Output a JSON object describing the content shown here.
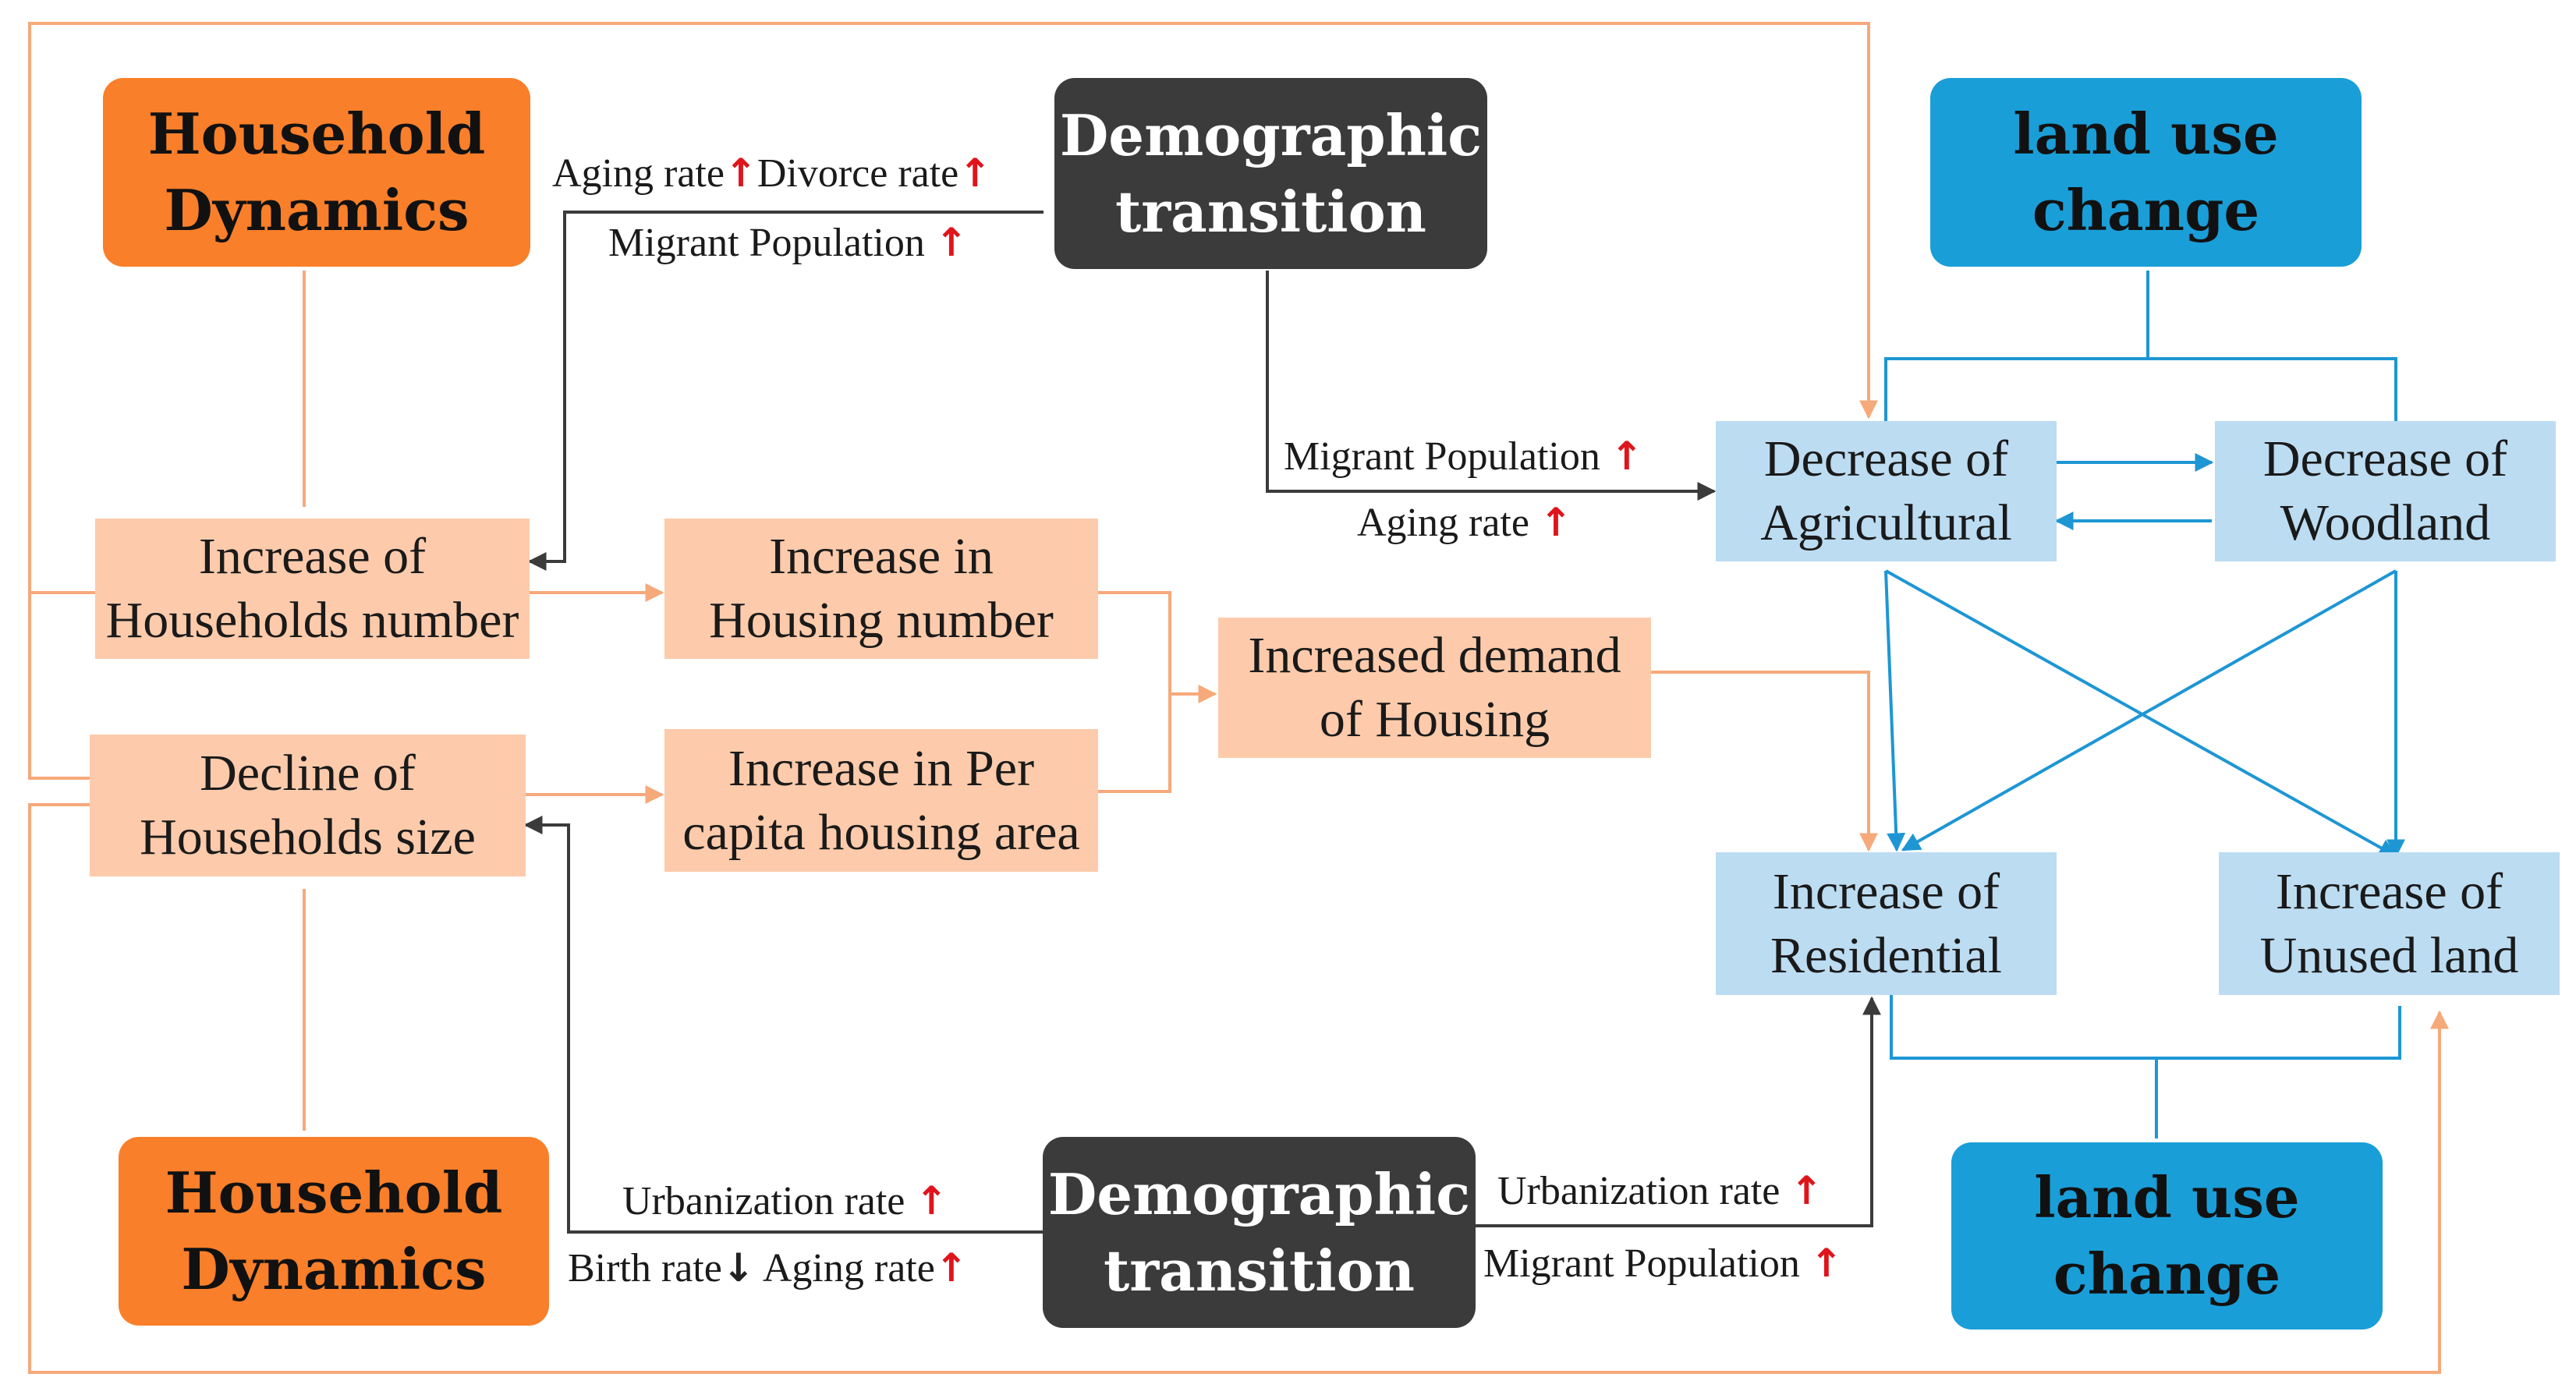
{
  "colors": {
    "orange_edge": "#f6a97a",
    "dark_edge": "#3b3b3b",
    "blue_edge": "#1e96d4",
    "increase_arrow": "#e0141b",
    "decrease_arrow": "#222222"
  },
  "symbols": {
    "up": "↑",
    "down": "↓"
  },
  "nodes": {
    "household_top": [
      "Household",
      "Dynamics"
    ],
    "household_bottom": [
      "Household",
      "Dynamics"
    ],
    "demographic_top": [
      "Demographic",
      "transition"
    ],
    "demographic_bottom": [
      "Demographic",
      "transition"
    ],
    "landuse_top": [
      "land use",
      "change"
    ],
    "landuse_bottom": [
      "land use",
      "change"
    ],
    "households_number": [
      "Increase of",
      "Households number"
    ],
    "households_size": [
      "Decline of",
      "Households size"
    ],
    "housing_number": [
      "Increase in",
      "Housing number"
    ],
    "per_capita_area": [
      "Increase in Per",
      "capita housing area"
    ],
    "housing_demand": [
      "Increased demand",
      "of Housing"
    ],
    "agricultural": [
      "Decrease of",
      "Agricultural"
    ],
    "woodland": [
      "Decrease of",
      "Woodland"
    ],
    "residential": [
      "Increase of",
      "Residential"
    ],
    "unused_land": [
      "Increase of",
      "Unused land"
    ]
  },
  "labels": {
    "top_left": {
      "aging_rate": "Aging rate",
      "divorce_rate": "Divorce rate",
      "migrant_population": "Migrant Population"
    },
    "top_right": {
      "migrant_population": "Migrant Population",
      "aging_rate": "Aging rate"
    },
    "bottom_left": {
      "urbanization_rate": "Urbanization rate",
      "birth_rate": "Birth rate",
      "aging_rate": "Aging rate"
    },
    "bottom_right": {
      "urbanization_rate": "Urbanization rate",
      "migrant_population": "Migrant Population"
    }
  }
}
